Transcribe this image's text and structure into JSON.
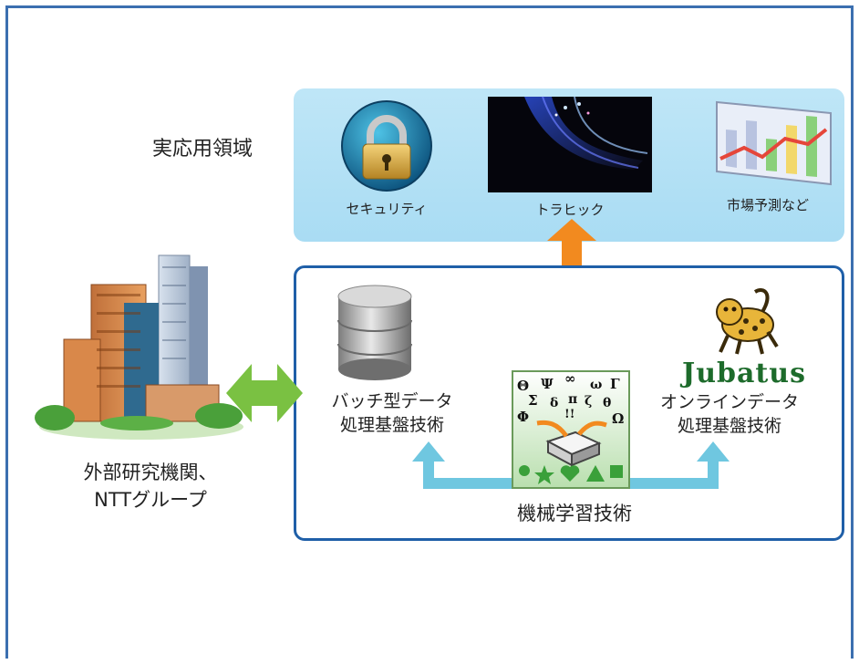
{
  "applications": {
    "title": "実応用領域",
    "items": [
      {
        "label": "セキュリティ",
        "icon": "padlock-icon"
      },
      {
        "label": "トラヒック",
        "icon": "fiber-optic-icon"
      },
      {
        "label": "市場予測など",
        "icon": "market-chart-icon"
      }
    ]
  },
  "external": {
    "line1": "外部研究機関、",
    "line2": "NTTグループ"
  },
  "core": {
    "batch": {
      "line1": "バッチ型データ",
      "line2": "処理基盤技術"
    },
    "online": {
      "line1": "オンラインデータ",
      "line2": "処理基盤技術"
    },
    "ml": {
      "label": "機械学習技術"
    },
    "jubatus_logo": "Jubatus",
    "symbols": [
      "Θ",
      "Ψ",
      "∞",
      "ω",
      "Γ",
      "Σ",
      "δ",
      "π",
      "ζ",
      "θ",
      "Φ",
      "!!",
      "Ω"
    ]
  },
  "colors": {
    "app_box": "#bfe6f7",
    "core_border": "#1f5fa8",
    "orange_arrow": "#f28a1f",
    "green_arrow": "#7ac142",
    "blue_arrow": "#6fc7e0"
  }
}
